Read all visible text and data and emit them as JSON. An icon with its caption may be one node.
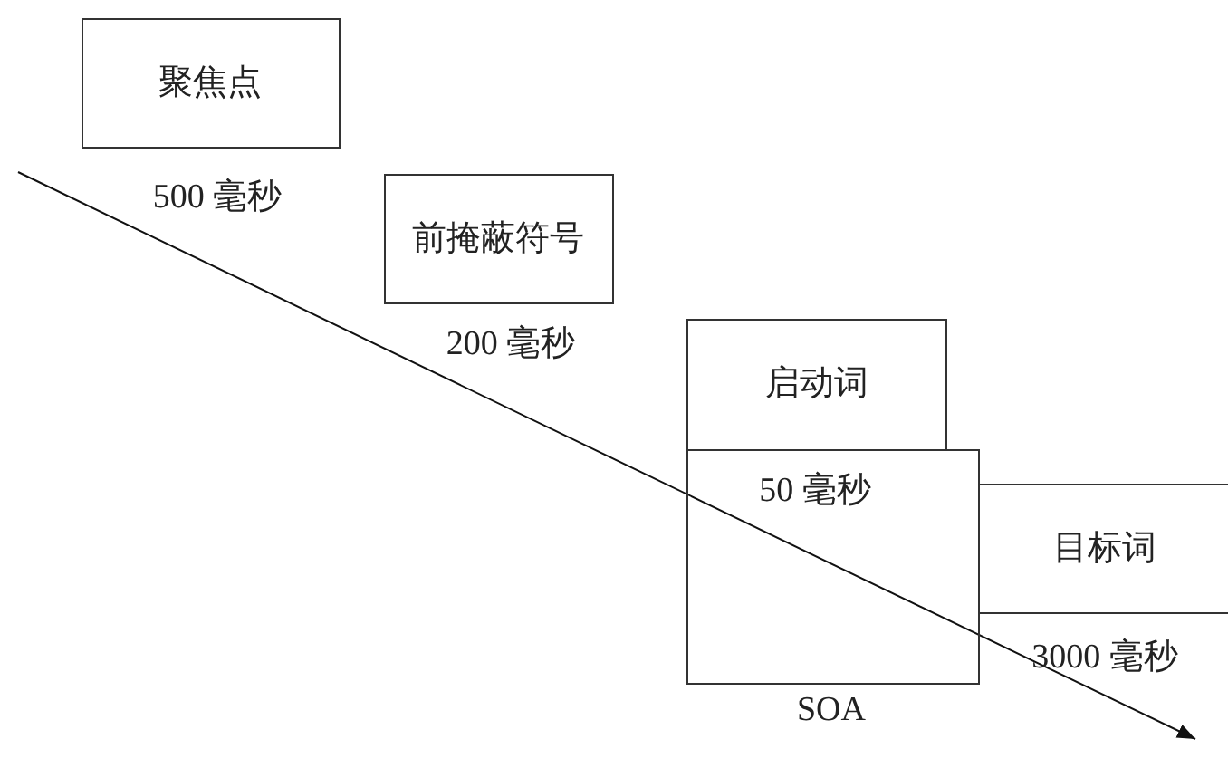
{
  "diagram": {
    "nodes": [
      {
        "text": [
          "聚焦点"
        ],
        "beside": [
          "500 毫秒"
        ]
      },
      {
        "text": [
          "前掩蔽符号"
        ],
        "beside": [
          "200 毫秒"
        ]
      },
      {
        "text": [
          "启动词"
        ],
        "beside": [
          "50 毫秒"
        ]
      },
      {
        "text": [
          "目标词"
        ],
        "beside": [
          "3000 毫秒"
        ]
      },
      {
        "text": [
          "SOA"
        ]
      }
    ]
  }
}
